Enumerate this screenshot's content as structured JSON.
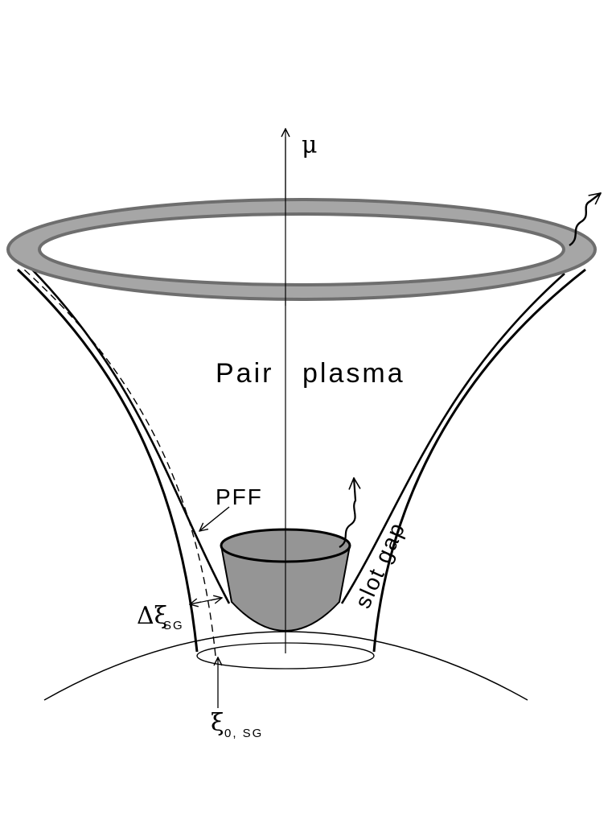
{
  "diagram": {
    "labels": {
      "axis": "μ",
      "region_word1": "Pair",
      "region_word2": "plasma",
      "pff": "PFF",
      "slot_gap": "slot gap",
      "delta_xi_main": "Δξ",
      "delta_xi_sub": "SG",
      "xi_main": "ξ",
      "xi_sub": "0, SG"
    },
    "colors": {
      "stroke": "#000000",
      "ring_fill": "#a6a6a6",
      "ring_edge": "#6e6e6e",
      "cap_fill": "#959595"
    }
  }
}
